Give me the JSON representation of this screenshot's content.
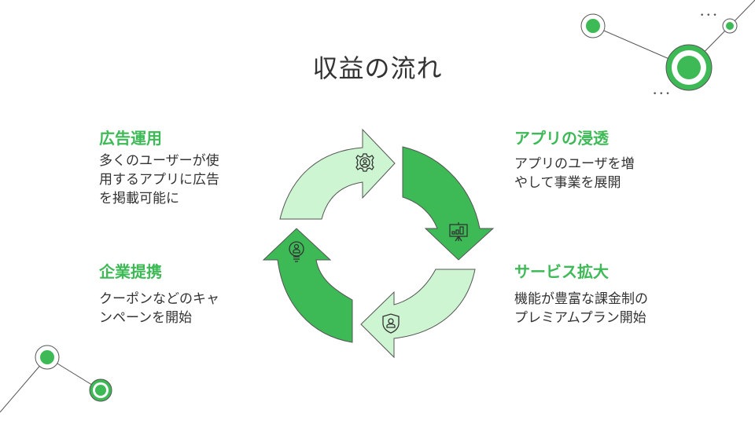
{
  "title": "収益の流れ",
  "colors": {
    "accent": "#3dba56",
    "light": "#cdf5d1",
    "outline": "#555555",
    "text": "#333333"
  },
  "steps": [
    {
      "heading": "広告運用",
      "lines": [
        "多くのユーザーが使",
        "用するアプリに広告",
        "を掲載可能に"
      ],
      "icon": "gear-user-icon"
    },
    {
      "heading": "アプリの浸透",
      "lines": [
        "アプリのユーザを増",
        "やして事業を展開"
      ],
      "icon": "presentation-chart-icon"
    },
    {
      "heading": "企業提携",
      "lines": [
        "クーポンなどのキャ",
        "ンペーンを開始"
      ],
      "icon": "lightbulb-user-icon"
    },
    {
      "heading": "サービス拡大",
      "lines": [
        "機能が豊富な課金制の",
        "プレミアムプラン開始"
      ],
      "icon": "shield-user-icon"
    }
  ],
  "decor": {
    "ellipsis": "• • •"
  }
}
